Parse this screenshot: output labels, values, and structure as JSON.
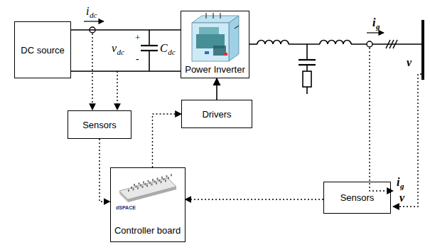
{
  "diagram": {
    "nodes": [
      {
        "text": [
          "DC source"
        ]
      },
      {
        "text": [
          "Power Inverter"
        ]
      },
      {
        "text": [
          "Sensors"
        ]
      },
      {
        "text": [
          "Drivers"
        ]
      },
      {
        "text": [
          "Controller board"
        ]
      },
      {
        "text": [
          "Sensors"
        ]
      }
    ],
    "edges": [
      {
        "from": 0,
        "to": 1,
        "arrow": "none"
      },
      {
        "from": 3,
        "to": 1,
        "arrow": "to"
      },
      {
        "from": 2,
        "to": 4,
        "arrow": "to"
      },
      {
        "from": 4,
        "to": 3,
        "arrow": "to"
      },
      {
        "from": 5,
        "to": 4,
        "arrow": "to"
      }
    ],
    "labels": [
      "i",
      "dc",
      "+",
      "-",
      "v",
      "dc",
      "C",
      "dc",
      "i",
      "g",
      "v",
      "dSPACE",
      "i",
      "g",
      "v"
    ]
  }
}
